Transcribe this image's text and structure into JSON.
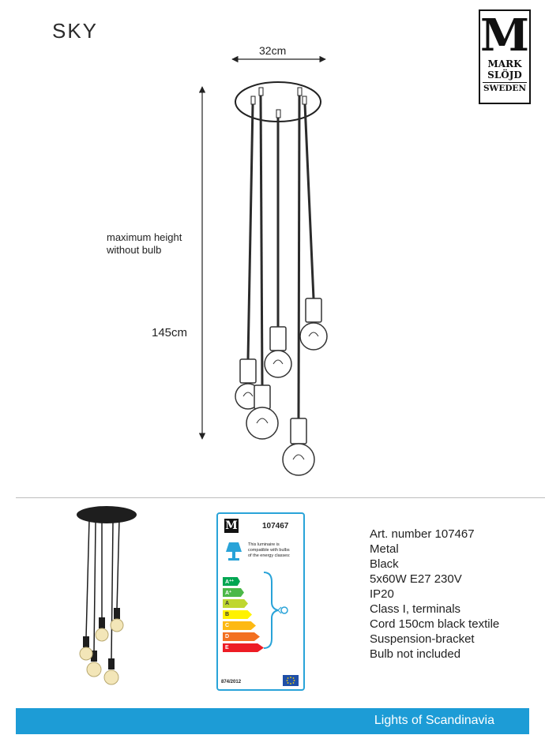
{
  "product": {
    "name": "SKY"
  },
  "brand": {
    "logo_letter": "M",
    "line1": "MARK",
    "line2": "SLÖJD",
    "line3": "SWEDEN"
  },
  "dimensions": {
    "width": "32cm",
    "height": "145cm",
    "height_note_line1": "maximum height",
    "height_note_line2": "without bulb"
  },
  "energy_label": {
    "article": "107467",
    "compat_line1": "This luminaire is",
    "compat_line2": "compatible with bulbs",
    "compat_line3": "of the energy classes:",
    "classes": [
      {
        "label": "A",
        "sup": "++",
        "color": "#00a651"
      },
      {
        "label": "A",
        "sup": "+",
        "color": "#4cb848"
      },
      {
        "label": "A",
        "sup": "",
        "color": "#bfd730"
      },
      {
        "label": "B",
        "sup": "",
        "color": "#fff200"
      },
      {
        "label": "C",
        "sup": "",
        "color": "#fdb913"
      },
      {
        "label": "D",
        "sup": "",
        "color": "#f37021"
      },
      {
        "label": "E",
        "sup": "",
        "color": "#ed1c24"
      }
    ],
    "regulation": "874/2012",
    "accent_color": "#29a3d8"
  },
  "specs": [
    "Art. number 107467",
    "Metal",
    "Black",
    "5x60W E27 230V",
    "IP20",
    "Class I, terminals",
    "Cord 150cm black textile",
    "Suspension-bracket",
    "Bulb not included"
  ],
  "footer": {
    "text": "Lights of Scandinavia",
    "color": "#1d9cd6"
  }
}
